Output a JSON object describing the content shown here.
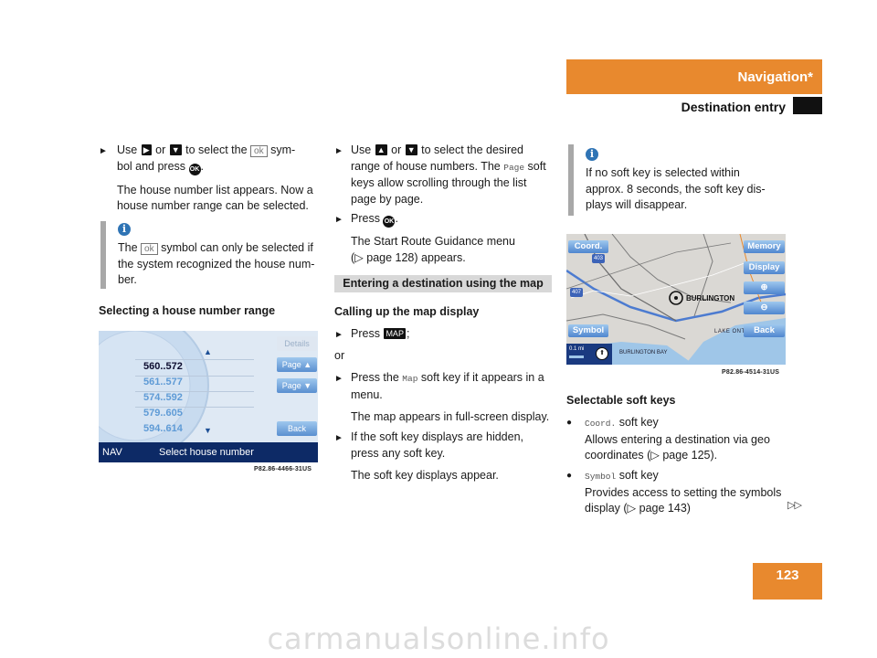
{
  "header": {
    "section": "Navigation*",
    "subsection": "Destination entry",
    "page_number": "123",
    "continue_mark": "▷▷"
  },
  "col1": {
    "step1_use": "Use",
    "step1_or": "or",
    "step1_text_a": "to select the",
    "step1_ok_symbol": "ok",
    "step1_text_b": "sym-",
    "step1_line2": "bol and press",
    "ok_key": "OK",
    "step1_result": "The house number list appears. Now a house number range can be selected.",
    "info_text_a": "The",
    "info_ok_symbol": "ok",
    "info_text_b": "symbol can only be selected if the system recognized the house num-ber.",
    "heading": "Selecting a house number range",
    "screen": {
      "rows": [
        "560..572",
        "561..577",
        "574..592",
        "579..605",
        "594..614"
      ],
      "softkeys": [
        "Details",
        "Page ▲",
        "Page ▼",
        "Back"
      ],
      "nav_label": "NAV",
      "nav_title": "Select house number",
      "caption": "P82.86-4466-31US"
    }
  },
  "col2": {
    "step1_use": "Use",
    "step1_or": "or",
    "step1_text": "to select the desired range of house numbers. The",
    "page_softkey": "Page",
    "step1_text_b": "soft keys allow scrolling through the list page by page.",
    "step2_press": "Press",
    "step2_result_a": "The Start Route Guidance menu",
    "step2_result_b": "(▷ page 128) appears.",
    "section_bar": "Entering a destination using the map",
    "heading": "Calling up the map display",
    "press": "Press",
    "map_key": "MAP",
    "press_end": ";",
    "or": "or",
    "step_softkey_a": "Press the",
    "map_softkey": "Map",
    "step_softkey_b": "soft key if it appears in a menu.",
    "result_fullscreen": "The map appears in full-screen display.",
    "step_hidden": "If the soft key displays are hidden, press any soft key.",
    "result_appear": "The soft key displays appear."
  },
  "col3": {
    "info_text": "If no soft key is selected within approx. 8 seconds, the soft key dis-plays will disappear.",
    "map": {
      "keys": [
        "Coord.",
        "Memory",
        "Display",
        "Symbol",
        "Back"
      ],
      "town": "BURLINGTON",
      "lake": "LAKE ONTARIO",
      "bay": "BURLINGTON BAY",
      "scale": "0.1 mi",
      "road_403": "403",
      "road_407": "407",
      "caption": "P82.86-4514-31US"
    },
    "heading": "Selectable soft keys",
    "items": [
      {
        "key": "Coord.",
        "suffix": "soft key",
        "desc": "Allows entering a destination via geo coordinates (▷ page 125)."
      },
      {
        "key": "Symbol",
        "suffix": "soft key",
        "desc": "Provides access to setting the symbols display (▷ page 143)"
      }
    ]
  },
  "colors": {
    "accent": "#e8892e",
    "info_icon": "#2f74b5",
    "screen_nav": "#0d2a66"
  }
}
